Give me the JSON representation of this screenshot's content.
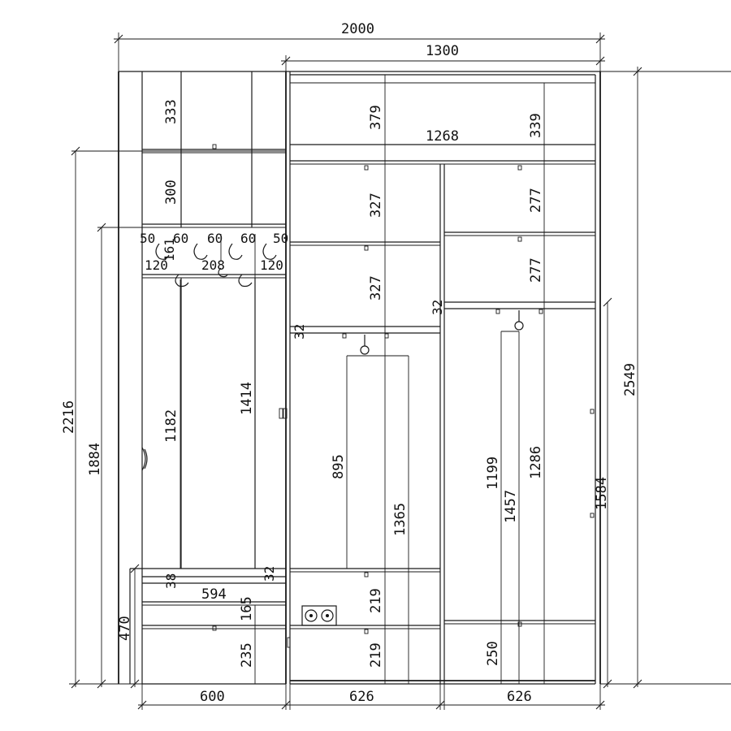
{
  "drawing": {
    "overall_width": "2000",
    "right_unit_width": "1300",
    "top_compartment_width": "1268",
    "width_left": "600",
    "width_middle": "626",
    "width_right": "626",
    "height_total_right": "2549",
    "height_left_cabinet": "2216",
    "height_bench_panel": "1884",
    "height_shoe_bench": "470",
    "left": {
      "top_shelf": "333",
      "second_shelf": "300",
      "hook_spacing": [
        "50",
        "60",
        "60",
        "60",
        "50"
      ],
      "hook_offset": "161",
      "hook_row_a": "120",
      "hook_row_b": "208",
      "hook_row_c": "120",
      "panel_height_a": "1182",
      "panel_height_b": "1414",
      "seat_thickness": "38",
      "seat_gap": "32",
      "seat_width": "594",
      "drawer_height": "165",
      "bottom_height": "235"
    },
    "middle": {
      "top_box": "379",
      "shelf_1": "327",
      "shelf_2": "327",
      "shelf_thickness": "32",
      "hang_length": "895",
      "hang_height": "1365",
      "drawer_1": "219",
      "drawer_2": "219"
    },
    "right": {
      "top_box": "339",
      "shelf_1": "277",
      "shelf_2": "277",
      "shelf_thickness": "32",
      "hang_length": "1199",
      "hang_height_a": "1457",
      "hang_height_b": "1286",
      "side_height": "1584",
      "bottom_drawer": "250"
    }
  }
}
